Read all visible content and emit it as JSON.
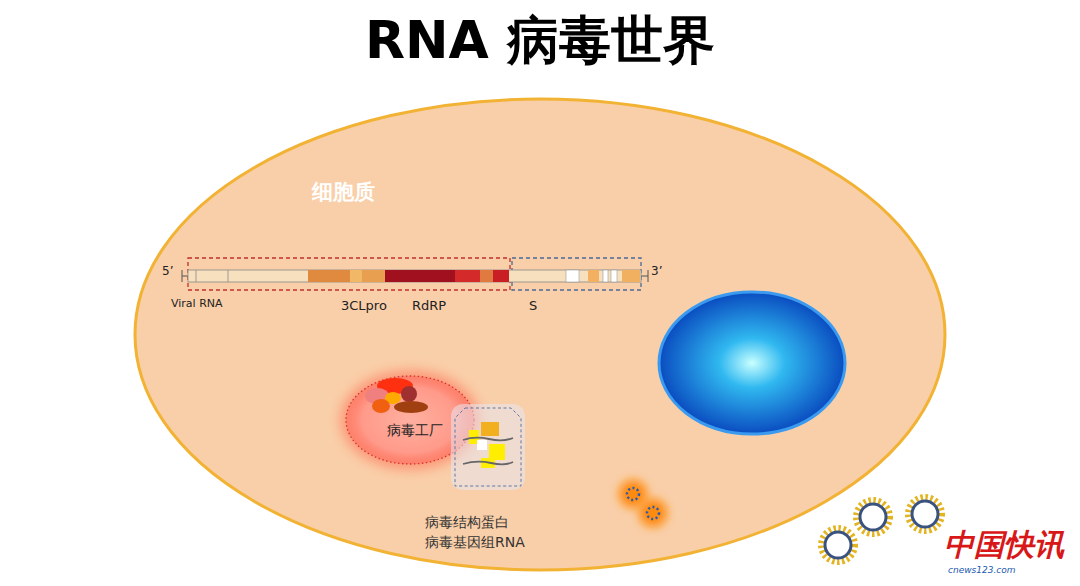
{
  "diagram": {
    "title": "RNA 病毒世界",
    "nodes": [
      {
        "text": [
          "细胞质"
        ]
      },
      {
        "text": [
          "病毒工厂"
        ],
        "in": 0
      },
      {
        "text": [
          "病毒结构蛋白",
          "病毒基因组RNA"
        ],
        "in": 0
      }
    ],
    "labels": [
      "5’",
      "3’",
      "Viral RNA",
      "3CLpro",
      "RdRP",
      "S",
      "中国快讯",
      "cnews123.com"
    ]
  }
}
